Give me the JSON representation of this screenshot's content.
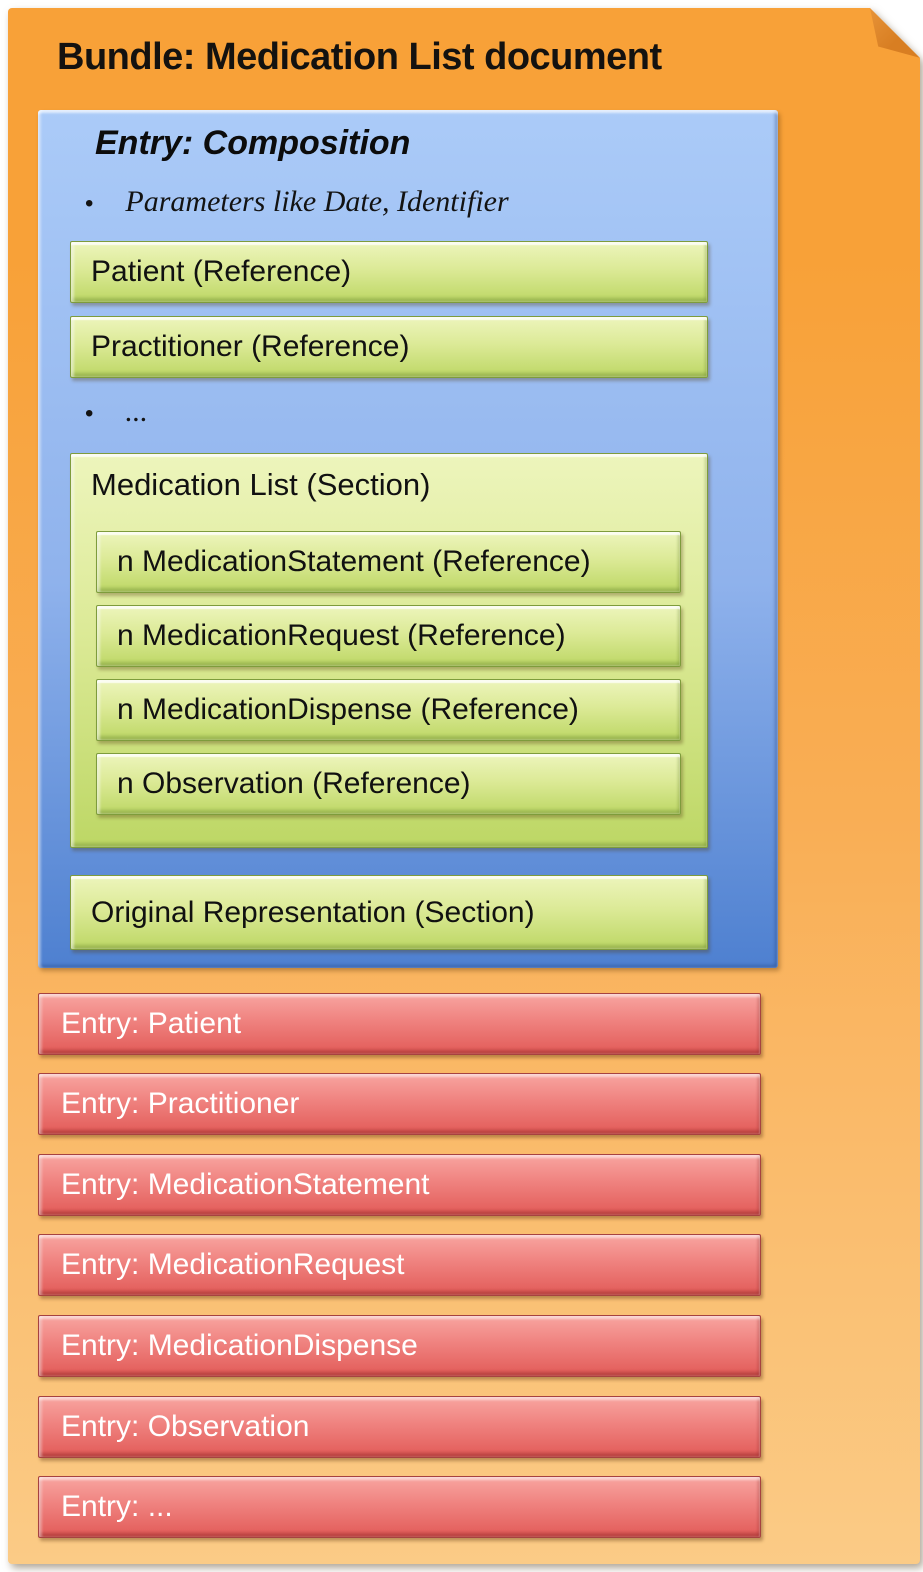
{
  "page": {
    "title": "Bundle: Medication List document"
  },
  "composition": {
    "title": "Entry: Composition",
    "bullet_glyph": "•",
    "bullet_1": "Parameters like Date, Identifier",
    "bullet_2": "...",
    "reference_boxes": [
      "Patient (Reference)",
      "Practitioner (Reference)"
    ],
    "medication_list_section": {
      "label": "Medication List (Section)",
      "items": [
        "n MedicationStatement (Reference)",
        "n MedicationRequest (Reference)",
        "n MedicationDispense (Reference)",
        "n Observation (Reference)"
      ]
    },
    "original_representation_section": {
      "label": "Original Representation (Section)"
    }
  },
  "entries": [
    "Entry: Patient",
    "Entry: Practitioner",
    "Entry: MedicationStatement",
    "Entry: MedicationRequest",
    "Entry: MedicationDispense",
    "Entry: Observation",
    "Entry: ..."
  ],
  "colors": {
    "orange-top": "#F8A138",
    "orange-mid": "#F9AE55",
    "orange-bottom": "#FBCB86",
    "fold": "#D87E22",
    "blue-top": "#ABCBF8",
    "blue-bottom": "#4E80D0",
    "green-light": "#EDF5BC",
    "green-dark": "#BDD765",
    "green-border": "#7E9C3C",
    "red-top": "#F8A5A0",
    "red-bottom": "#E25B58",
    "red-border": "#A64240"
  }
}
